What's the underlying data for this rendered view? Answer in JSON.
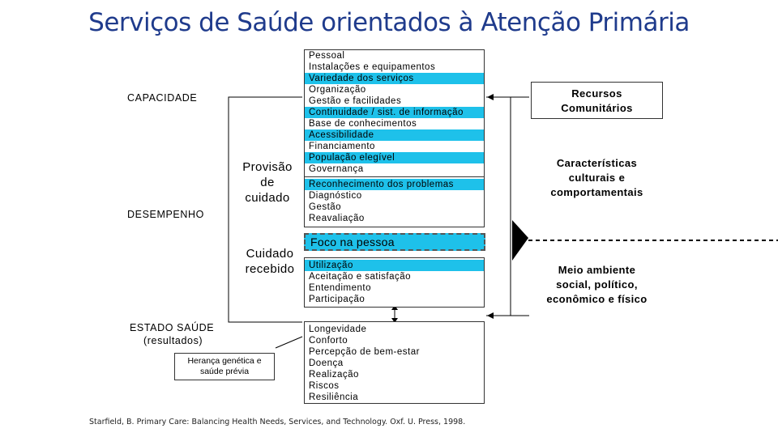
{
  "title": "Serviços de Saúde orientados à Atenção Primária",
  "left_labels": {
    "capacidade": "CAPACIDADE",
    "desempenho": "DESEMPENHO",
    "estado_saude": "ESTADO SAÚDE",
    "resultados": "(resultados)"
  },
  "provisao": [
    "Provisão",
    "de",
    "cuidado"
  ],
  "cuidado_recebido": [
    "Cuidado",
    "recebido"
  ],
  "heranca": [
    "Herança genética e",
    "saúde prévia"
  ],
  "capacity_items": [
    {
      "text": "Pessoal",
      "highlight": false
    },
    {
      "text": "Instalações e equipamentos",
      "highlight": false
    },
    {
      "text": "Variedade dos serviços",
      "highlight": true
    },
    {
      "text": "Organização",
      "highlight": false
    },
    {
      "text": "Gestão e facilidades",
      "highlight": false
    },
    {
      "text": "Continuidade / sist. de informação",
      "highlight": true
    },
    {
      "text": "Base de conhecimentos",
      "highlight": false
    },
    {
      "text": "Acessibilidade",
      "highlight": true
    },
    {
      "text": "Financiamento",
      "highlight": false
    },
    {
      "text": "População elegível",
      "highlight": true
    },
    {
      "text": "Governança",
      "highlight": false
    }
  ],
  "provision_items": [
    {
      "text": "Reconhecimento dos problemas",
      "highlight": true
    },
    {
      "text": "Diagnóstico",
      "highlight": false
    },
    {
      "text": "Gestão",
      "highlight": false
    },
    {
      "text": "Reavaliação",
      "highlight": false
    }
  ],
  "focus_label": "Foco na pessoa",
  "received_items": [
    {
      "text": "Utilização",
      "highlight": true
    },
    {
      "text": "Aceitação e satisfação",
      "highlight": false
    },
    {
      "text": "Entendimento",
      "highlight": false
    },
    {
      "text": "Participação",
      "highlight": false
    }
  ],
  "outcome_items": [
    {
      "text": "Longevidade",
      "highlight": false
    },
    {
      "text": "Conforto",
      "highlight": false
    },
    {
      "text": "Percepção de bem-estar",
      "highlight": false
    },
    {
      "text": "Doença",
      "highlight": false
    },
    {
      "text": "Realização",
      "highlight": false
    },
    {
      "text": "Riscos",
      "highlight": false
    },
    {
      "text": "Resiliência",
      "highlight": false
    }
  ],
  "right": {
    "recursos": [
      "Recursos",
      "Comunitários"
    ],
    "caracteristicas": [
      "Características",
      "culturais e",
      "comportamentais"
    ],
    "meio": [
      "Meio ambiente",
      "social, político,",
      "econômico e físico"
    ]
  },
  "citation": "Starfield, B. Primary Care: Balancing Health Needs, Services, and Technology. Oxf. U. Press, 1998."
}
